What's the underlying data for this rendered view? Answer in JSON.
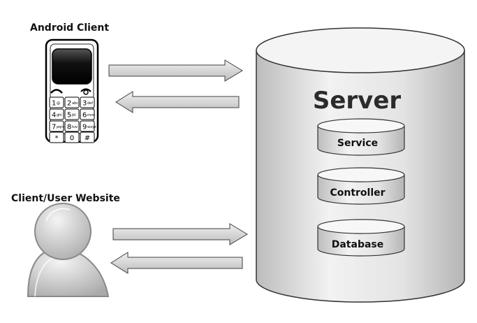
{
  "clients": {
    "android": {
      "label": "Android Client",
      "icon": "phone-icon"
    },
    "web": {
      "label": "Client/User Website",
      "icon": "user-icon"
    }
  },
  "server": {
    "title": "Server",
    "components": [
      {
        "label": "Service"
      },
      {
        "label": "Controller"
      },
      {
        "label": "Database"
      }
    ]
  },
  "keypad": {
    "keys": [
      {
        "num": "1",
        "sub": "@"
      },
      {
        "num": "2",
        "sub": "abc"
      },
      {
        "num": "3",
        "sub": "def"
      },
      {
        "num": "4",
        "sub": "ghi"
      },
      {
        "num": "5",
        "sub": "jkl"
      },
      {
        "num": "6",
        "sub": "mno"
      },
      {
        "num": "7",
        "sub": "pqrs"
      },
      {
        "num": "8",
        "sub": "tuv"
      },
      {
        "num": "9",
        "sub": "wxyz"
      },
      {
        "num": "*",
        "sub": ""
      },
      {
        "num": "0",
        "sub": ""
      },
      {
        "num": "#",
        "sub": ""
      }
    ]
  },
  "colors": {
    "cylinder_fill": "#e6e6e6",
    "cylinder_stroke": "#333333",
    "arrow_fill": "#d9d9d9",
    "arrow_stroke": "#404040",
    "user_fill": "#cfcfcf"
  }
}
